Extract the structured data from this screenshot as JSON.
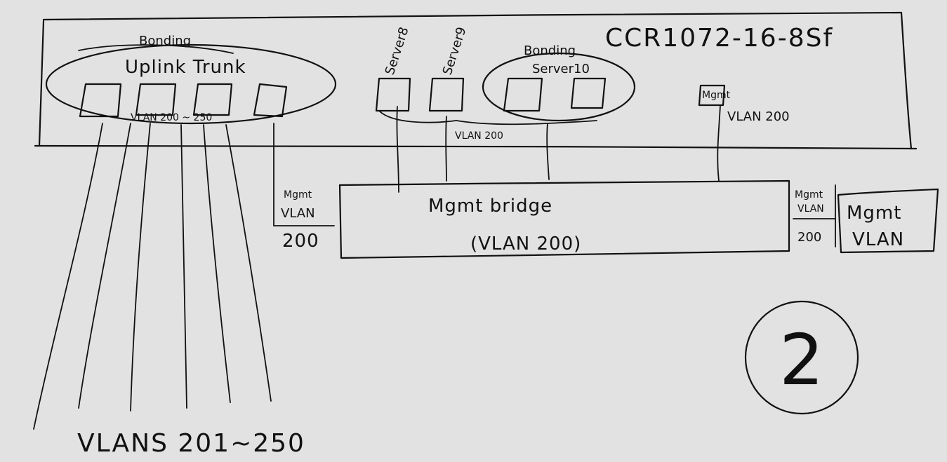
{
  "diagram": {
    "device_title": "CCR1072-16-8Sf",
    "bonding_uplink": {
      "title": "Bonding",
      "subtitle": "Uplink Trunk",
      "vlan_label": "VLAN 200 ~ 250"
    },
    "server8": {
      "label": "Server8"
    },
    "server9": {
      "label": "Server9"
    },
    "bonding_server10": {
      "title": "Bonding",
      "subtitle": "Server10"
    },
    "server_vlan_label": "VLAN 200",
    "mgmt_port": {
      "label": "Mgmt",
      "vlan_label": "VLAN 200"
    },
    "mgmt_bridge": {
      "title": "Mgmt bridge",
      "subtitle": "(VLAN 200)"
    },
    "left_port_label": {
      "line1": "Mgmt",
      "line2": "VLAN",
      "line3": "200"
    },
    "right_port_label": {
      "line1": "Mgmt",
      "line2": "VLAN",
      "line3": "200"
    },
    "mgmt_vlan_box": {
      "line1": "Mgmt",
      "line2": "VLAN"
    },
    "vlans_label": "VLANS 201~250",
    "page_number": "2"
  }
}
